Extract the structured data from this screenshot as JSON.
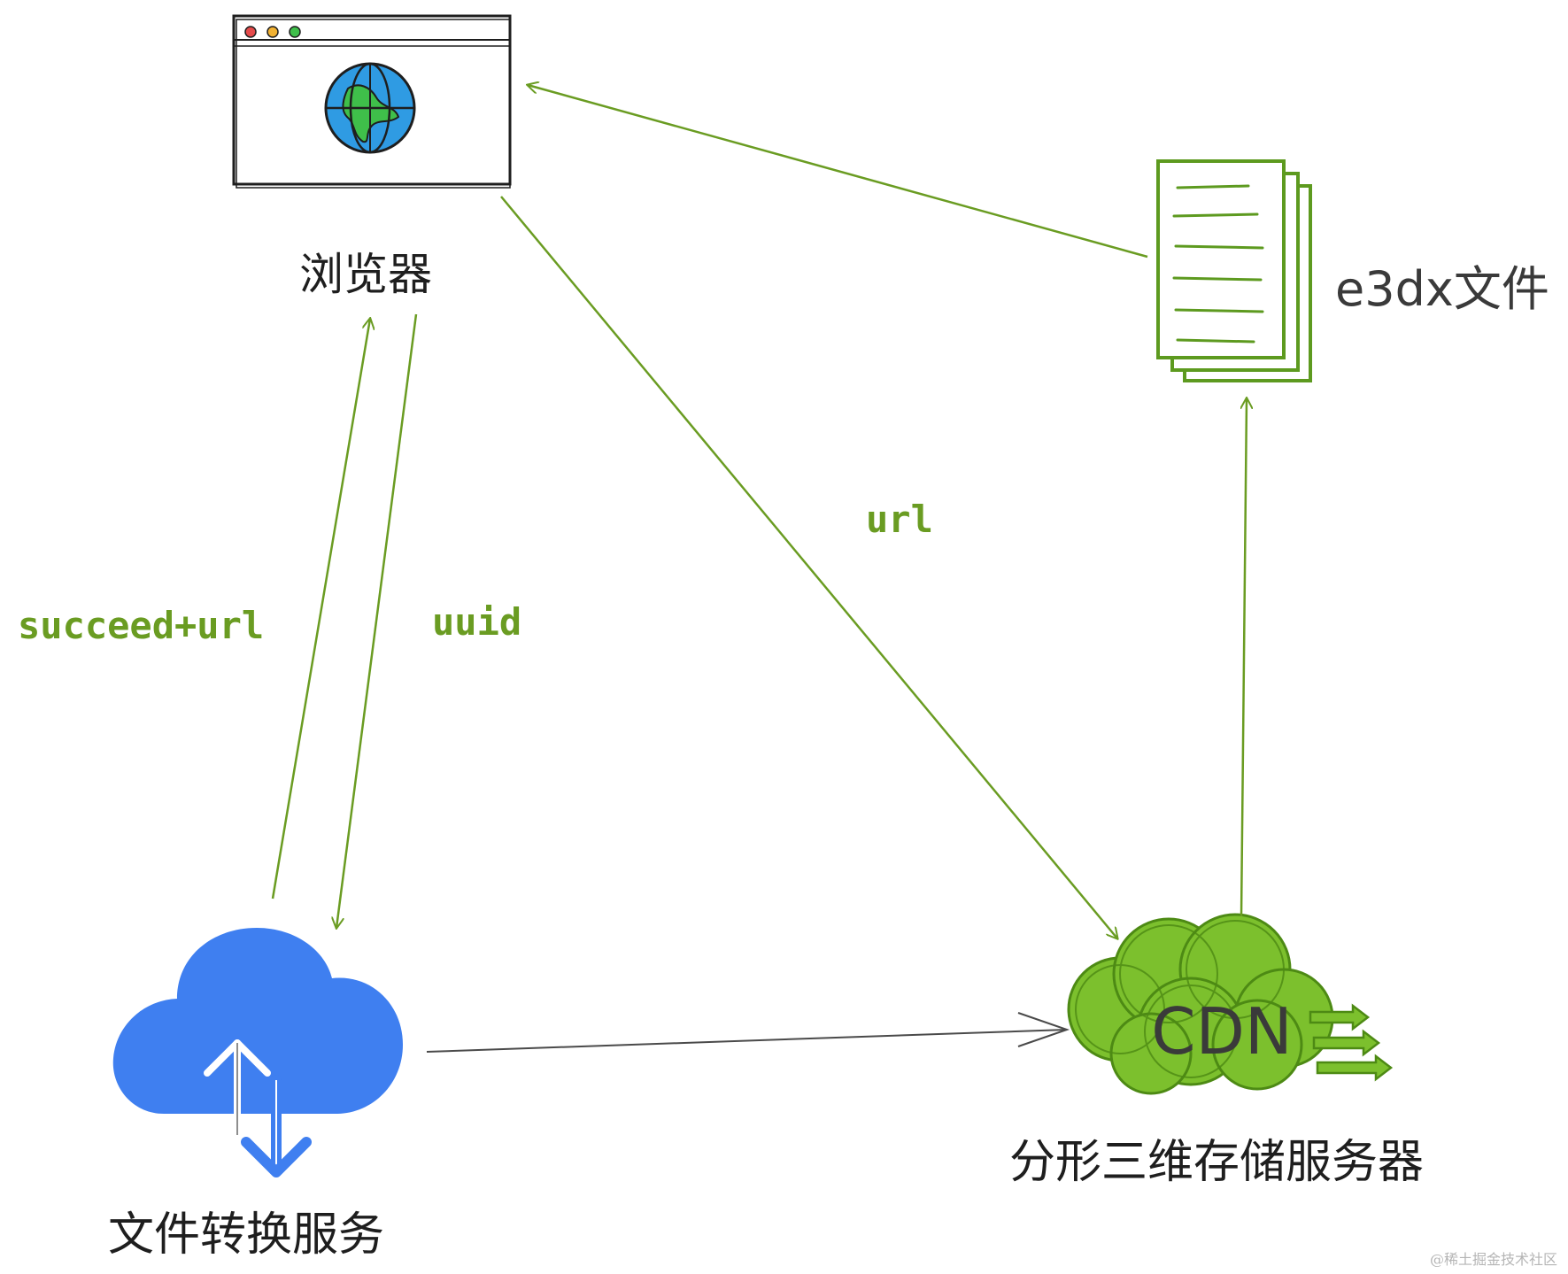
{
  "nodes": {
    "browser": {
      "label": "浏览器"
    },
    "converter": {
      "label": "文件转换服务"
    },
    "cdn": {
      "label": "分形三维存储服务器",
      "badge": "CDN"
    },
    "file": {
      "label": "e3dx文件"
    }
  },
  "edges": {
    "converter_to_browser": {
      "label": "succeed+url"
    },
    "browser_to_converter": {
      "label": "uuid"
    },
    "browser_to_cdn": {
      "label": "url"
    }
  },
  "watermark": "@稀土掘金技术社区",
  "colors": {
    "arrow_green": "#6a9c22",
    "arrow_dark": "#4a4a4a",
    "cdn_fill": "#7cc02d",
    "cdn_stroke": "#4d8a14",
    "cloud_blue": "#3f7ff0",
    "globe_blue": "#2f9be3",
    "globe_green": "#3fbf4a",
    "doc_green": "#5d9a1f",
    "label_green": "#6a9c22",
    "text_dark": "#1e1e1e"
  }
}
